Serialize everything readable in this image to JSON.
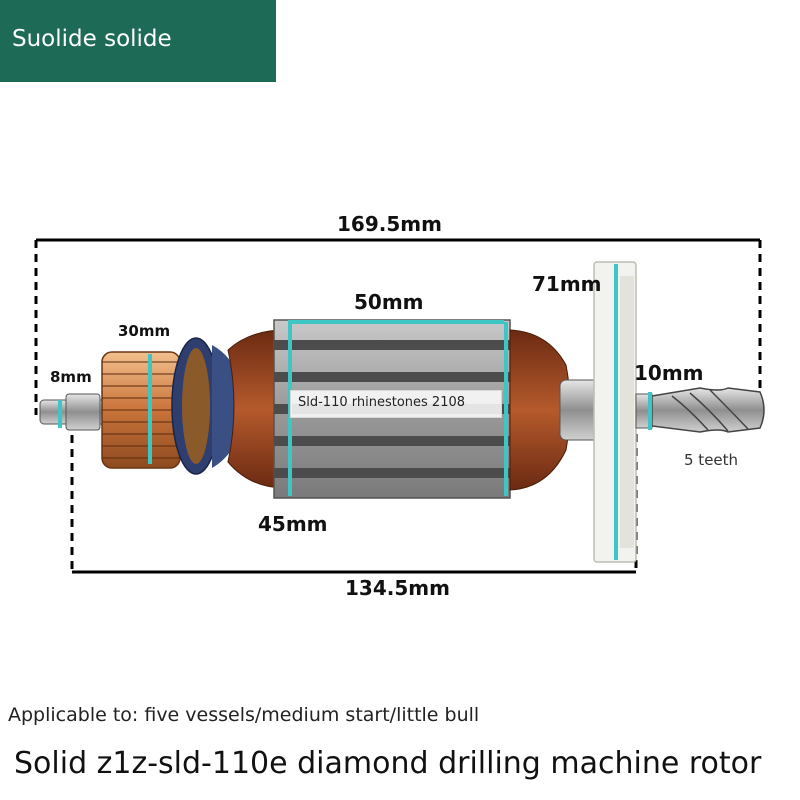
{
  "brand": {
    "label": "Suolide solide"
  },
  "dimensions": {
    "overall_length": "169.5mm",
    "commutator_length": "30mm",
    "shaft_diameter_left": "8mm",
    "core_length": "50mm",
    "core_diameter": "45mm",
    "fan_diameter": "71mm",
    "shaft_diameter_right": "10mm",
    "shaft_to_fan_length": "134.5mm"
  },
  "gear": {
    "teeth_label": "5 teeth"
  },
  "model_tag": "Sld-110 rhinestones 2108",
  "applicable_text": "Applicable to: five vessels/medium start/little bull",
  "product_title": "Solid z1z-sld-110e diamond drilling machine rotor",
  "colors": {
    "brand_green": "#1d6a57",
    "measure_cyan": "#3ec6c4",
    "winding_copper": "#a9552a"
  }
}
